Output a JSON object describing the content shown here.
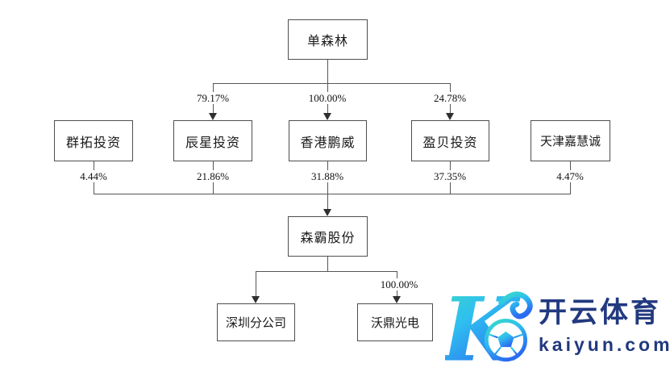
{
  "diagram": {
    "root": {
      "label": "单森林"
    },
    "level1_edges": [
      {
        "pct": "79.17%"
      },
      {
        "pct": "100.00%"
      },
      {
        "pct": "24.78%"
      }
    ],
    "shareholders": [
      {
        "label": "群拓投资",
        "pct": "4.44%"
      },
      {
        "label": "辰星投资",
        "pct": "21.86%"
      },
      {
        "label": "香港鹏威",
        "pct": "31.88%"
      },
      {
        "label": "盈贝投资",
        "pct": "37.35%"
      },
      {
        "label": "天津嘉慧诚",
        "pct": "4.47%"
      }
    ],
    "company": {
      "label": "森霸股份"
    },
    "subsidiaries": [
      {
        "label": "深圳分公司"
      },
      {
        "label": "沃鼎光电",
        "pct": "100.00%"
      }
    ],
    "line_color": "#565656",
    "box_border_color": "#4e4e4e"
  },
  "watermark": {
    "brand": "开云体育",
    "domain": "kaiyun.com",
    "text_color": "#21397f",
    "gradient": [
      "#38dcc3",
      "#2fbef0",
      "#2a6cf0"
    ],
    "icon": "kaiyun-k-soccer-ball-logo"
  }
}
